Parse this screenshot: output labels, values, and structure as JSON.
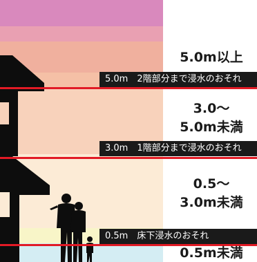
{
  "tiers": [
    {
      "tag": "5.0m　2階部分まで浸水のおそれ",
      "range": "5.0m以上"
    },
    {
      "tag": "3.0m　1階部分まで浸水のおそれ",
      "range_line1": "3.0～",
      "range_line2": "5.0m未満"
    },
    {
      "tag": "0.5m　床下浸水のおそれ",
      "range_line1": "0.5～",
      "range_line2": "3.0m未満"
    },
    {
      "range": "0.5m未満"
    }
  ],
  "colors": {
    "red_line": "#e21a25",
    "tag_bg": "#1a1a1a",
    "tier_5m_plus": "#d989bd",
    "tier_3_5m": "#f8d2bb",
    "tier_05_3m": "#fcebd6",
    "tier_below_05m": "#d4edf3"
  },
  "icons": [
    "house-silhouette-icon",
    "family-silhouette-icon"
  ]
}
